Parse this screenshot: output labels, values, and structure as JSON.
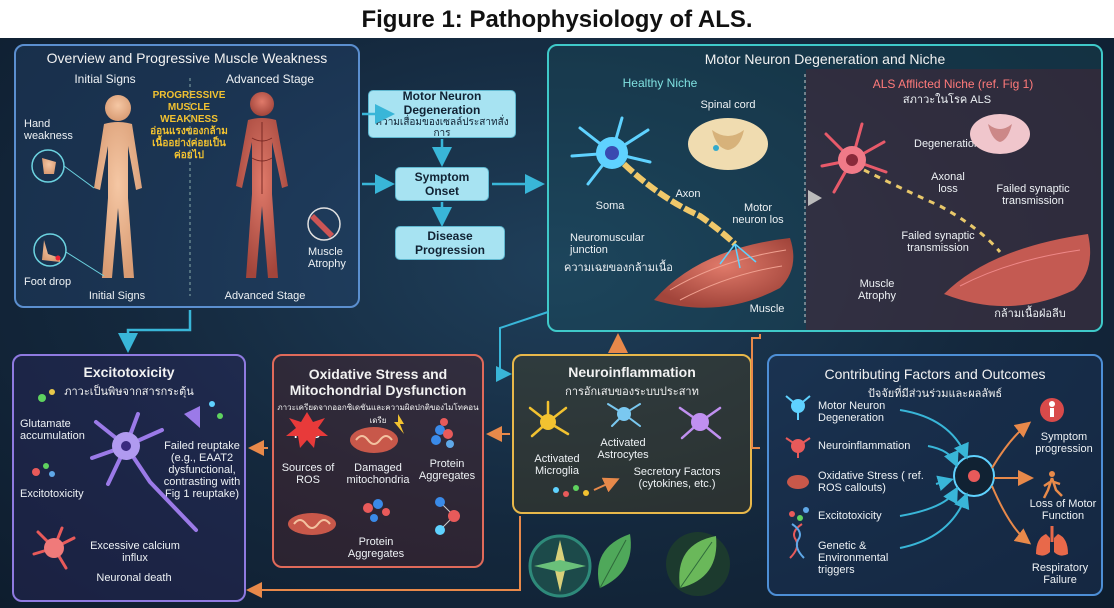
{
  "figure_title": "Figure 1: Pathophysiology of ALS.",
  "overview": {
    "title": "Overview and Progressive Muscle Weakness",
    "col_initial": "Initial Signs",
    "col_advanced": "Advanced Stage",
    "hand_weakness": "Hand weakness",
    "foot_drop": "Foot drop",
    "initial_signs_bottom": "Initial Signs",
    "advanced_stage_bottom": "Advanced Stage",
    "progressive_label": "PROGRESSIVE MUSCLE WEAKNESS",
    "progressive_thai": "อ่อนแรงของกล้ามเนื้ออย่างค่อยเป็นค่อยไป",
    "muscle_atrophy": "Muscle Atrophy"
  },
  "flow": {
    "motor_neuron_degeneration": "Motor Neuron Degeneration",
    "motor_neuron_thai": "ความเสื่อมของเซลล์ประสาทสั่งการ",
    "symptom_onset": "Symptom Onset",
    "disease_progression": "Disease Progression"
  },
  "niche": {
    "title": "Motor Neuron Degeneration and Niche",
    "healthy_title": "Healthy Niche",
    "spinal_cord": "Spinal cord",
    "soma": "Soma",
    "axon": "Axon",
    "motor_neuron_loss": "Motor neuron los",
    "nmj": "Neuromuscular junction",
    "nmj_thai": "ความเฉยของกล้ามเนื้อ",
    "muscle": "Muscle",
    "als_title": "ALS Afflicted Niche (ref. Fig 1)",
    "als_thai": "สภาวะในโรค ALS",
    "degeneration": "Degeneration",
    "axonal_loss": "Axonal loss",
    "failed_synaptic_1": "Failed synaptic transmission",
    "failed_synaptic_2": "Failed synaptic transmission",
    "muscle_atrophy": "Muscle Atrophy",
    "muscle_thai": "กล้ามเนื้อฝ่อลีบ"
  },
  "excito": {
    "title": "Excitotoxicity",
    "thai": "ภาวะเป็นพิษจากสารกระตุ้น",
    "glutamate": "Glutamate accumulation",
    "excitotoxicity": "Excitotoxicity",
    "failed_reuptake": "Failed reuptake (e.g., EAAT2 dysfunctional, contrasting with Fig 1 reuptake)",
    "calcium": "Excessive calcium influx",
    "neuronal_death": "Neuronal death"
  },
  "oxidative": {
    "title": "Oxidative Stress and Mitochondrial Dysfunction",
    "thai": "ภาวะเครียดจากออกซิเดชันและความผิดปกติของไมโทคอนเดรีย",
    "ros_badge": "ROS",
    "sources_ros": "Sources of ROS",
    "damaged_mito": "Damaged mitochondria",
    "protein_agg_1": "Protein Aggregates",
    "protein_agg_2": "Protein Aggregates"
  },
  "neuroinfl": {
    "title": "Neuroinflammation",
    "thai": "การอักเสบของระบบประสาท",
    "microglia": "Activated Microglia",
    "astrocytes": "Activated Astrocytes",
    "secretory": "Secretory Factors (cytokines, etc.)"
  },
  "factors": {
    "title": "Contributing Factors and Outcomes",
    "thai": "ปัจจัยที่มีส่วนร่วมและผลลัพธ์",
    "items": [
      "Motor Neuron Degeneration",
      "Neuroinflammation",
      "Oxidative Stress ( ref. ROS callouts)",
      "Excitotoxicity",
      "Genetic & Environmental triggers"
    ],
    "outcomes": [
      "Symptom progression",
      "Loss of Motor Function",
      "Respiratory Failure"
    ]
  },
  "colors": {
    "overview": "#5b8fcf",
    "niche": "#3fc9c9",
    "als": "#e2686a",
    "excito": "#8f7ae0",
    "oxidative": "#e06a5a",
    "neuroinfl": "#e8b84a",
    "factors": "#4d8fd6",
    "arrow": "#39b6d8",
    "arrow_orange": "#e8894a"
  }
}
